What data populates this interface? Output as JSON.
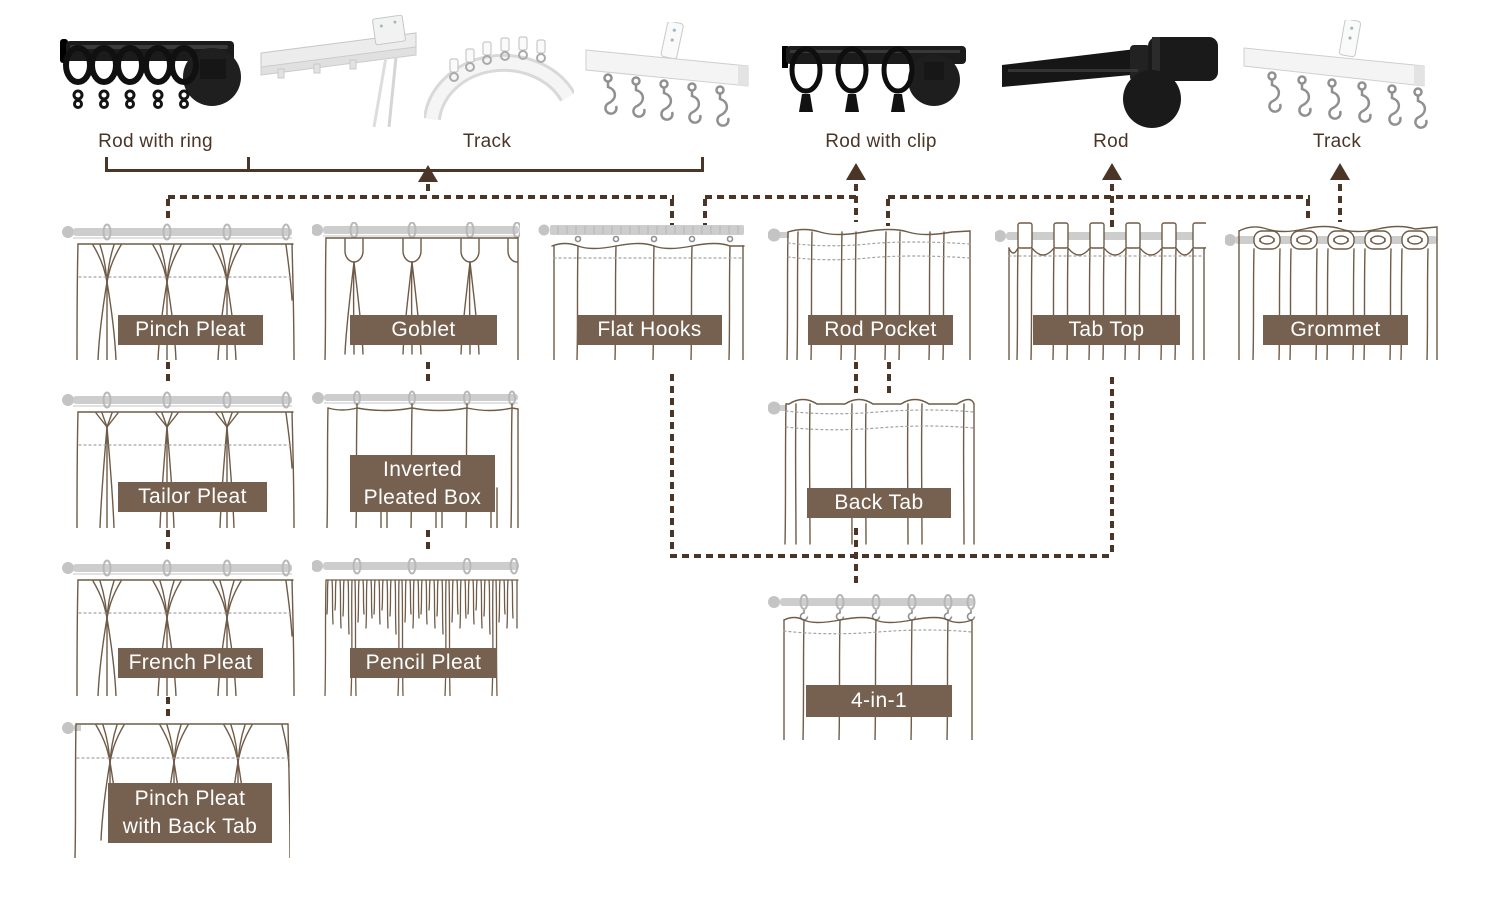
{
  "palette": {
    "line_brown": "#4A3526",
    "label_box_brown": "#76604F",
    "label_text_white": "#FFFFFF",
    "curtain_outline": "#6F5B47",
    "rod_gray": "#CDCDCD",
    "hardware_black": "#1B1B1B",
    "hardware_white": "#F2F2F2"
  },
  "hardware_labels": {
    "rod_with_ring": "Rod with ring",
    "track_group": "Track",
    "rod_with_clip": "Rod with clip",
    "rod": "Rod",
    "track": "Track"
  },
  "headings": {
    "pinch_pleat": "Pinch Pleat",
    "goblet": "Goblet",
    "flat_hooks": "Flat Hooks",
    "rod_pocket": "Rod Pocket",
    "tab_top": "Tab Top",
    "grommet": "Grommet",
    "tailor_pleat": "Tailor Pleat",
    "inverted_pleated_box": {
      "line1": "Inverted",
      "line2": "Pleated Box"
    },
    "back_tab": "Back Tab",
    "french_pleat": "French Pleat",
    "pencil_pleat": "Pencil Pleat",
    "pinch_pleat_with_back_tab": {
      "line1": "Pinch Pleat",
      "line2": "with Back Tab"
    },
    "four_in_one": "4-in-1"
  },
  "relationships": [
    {
      "hardware": "Rod with ring / Track",
      "headings": [
        "Pinch Pleat",
        "Goblet",
        "Flat Hooks"
      ]
    },
    {
      "hardware": "Rod with clip",
      "headings": [
        "Flat Hooks",
        "Rod Pocket"
      ]
    },
    {
      "hardware": "Rod",
      "headings": [
        "Rod Pocket",
        "Tab Top",
        "Grommet"
      ]
    },
    {
      "hardware": "Track",
      "headings": [
        "Grommet"
      ]
    },
    {
      "parent": "Pinch Pleat",
      "chain": [
        "Tailor Pleat",
        "French Pleat",
        "Pinch Pleat with Back Tab"
      ]
    },
    {
      "parent": "Goblet",
      "chain": [
        "Inverted Pleated Box",
        "Pencil Pleat"
      ]
    },
    {
      "parent": "Rod Pocket",
      "child": "Back Tab"
    },
    {
      "child": "4-in-1",
      "connects_to": [
        "Flat Hooks",
        "Back Tab",
        "Tab Top"
      ]
    }
  ]
}
